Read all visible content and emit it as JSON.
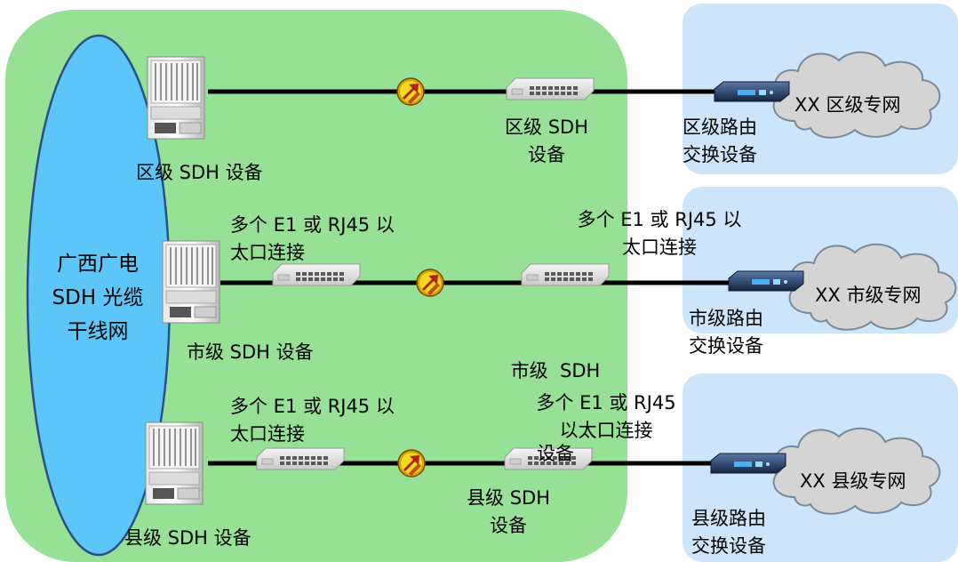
{
  "core_network": {
    "line1": "广西广电",
    "line2": "SDH 光缆",
    "line3": "干线网"
  },
  "rows": [
    {
      "level": "district",
      "left_device_label": "区级 SDH 设备",
      "mid_device_label_1": "区级 SDH",
      "mid_device_label_2": "设备",
      "router_label_1": "区级路由",
      "router_label_2": "交换设备",
      "cloud_label": "XX 区级专网"
    },
    {
      "level": "city",
      "left_device_label": "市级 SDH 设备",
      "left_link_label_1": "多个 E1 或 RJ45 以",
      "left_link_label_2": "太口连接",
      "right_link_label_1": "多个 E1 或 RJ45 以",
      "right_link_label_2": "太口连接",
      "mid_device_label_1": "市级  SDH",
      "mid_device_label_2": "设备",
      "router_label_1": "市级路由",
      "router_label_2": "交换设备",
      "cloud_label": "XX 市级专网"
    },
    {
      "level": "county",
      "left_device_label": "县级 SDH 设备",
      "left_link_label_1": "多个 E1 或 RJ45 以",
      "left_link_label_2": "太口连接",
      "right_link_label_1": "多个 E1 或 RJ45",
      "right_link_label_2": "以太口连接",
      "mid_device_label_1": "县级 SDH",
      "mid_device_label_2": "设备",
      "router_label_1": "县级路由",
      "router_label_2": "交换设备",
      "cloud_label": "XX 县级专网"
    }
  ],
  "colors": {
    "green_zone": "#96e196",
    "core_ellipse": "#5cc6f8",
    "blue_zone": "#cce5fa",
    "cloud_fill": "#d4d4d4",
    "link_line": "#000000",
    "converter_icon": "#e0c000"
  }
}
